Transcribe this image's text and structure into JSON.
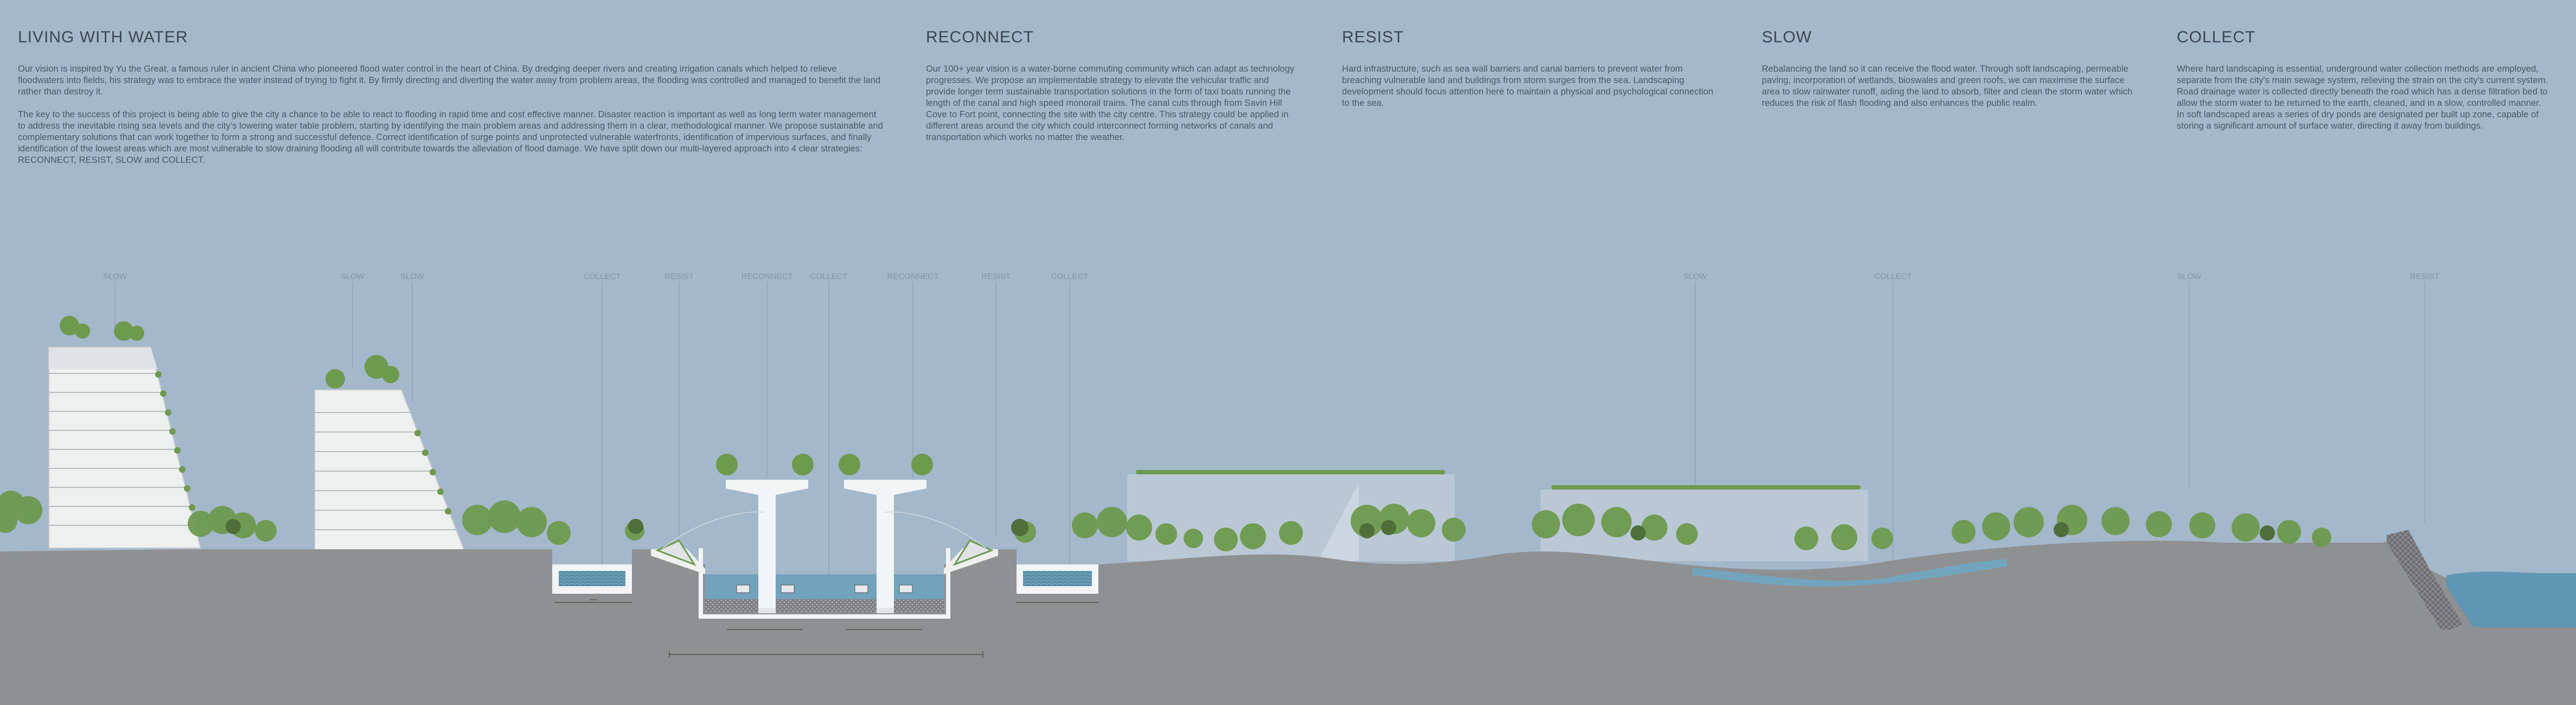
{
  "intro": {
    "title": "LIVING WITH WATER",
    "paragraphs": [
      "Our vision is inspired by Yu the Great, a famous ruler in ancient China who pioneered flood water control in the heart of China. By dredging deeper rivers and creating irrigation canals which helped to relieve floodwaters into fields, his strategy was to embrace the water instead of trying to fight it. By firmly directing and diverting the water away from problem areas, the flooding was controlled and managed to benefit the land rather than destroy it.",
      "The key to the success of this project is being able to give the city a chance to be able to react to flooding in rapid time and cost effective manner. Disaster reaction is important as well as long term water management to address the inevitable rising sea levels and the city's lowering water table problem, starting by identifying the main problem areas and addressing them in a clear, methodological manner. We propose sustainable and complementary solutions that can work together to form a strong and successful defence. Correct identification of surge points and unprotected vulnerable waterfronts, identification of impervious surfaces, and finally identification of the lowest areas which are most vulnerable to slow draining flooding all will contribute towards the alleviation of flood damage. We have split down our multi-layered approach into 4 clear strategies: RECONNECT, RESIST, SLOW and COLLECT."
    ]
  },
  "strategies": [
    {
      "title": "RECONNECT",
      "text": "Our 100+ year vision is a water-borne commuting community which can adapt as technology progresses. We propose an implementable strategy to elevate the vehicular traffic and provide longer term sustainable transportation solutions in the form of taxi boats running the length of the canal and high speed monorail trains. The canal cuts through from Savin Hill Cove to Fort point, connecting the site with the city centre. This strategy could be applied in different areas around the city which could interconnect forming networks of canals and transportation which works no matter the weather."
    },
    {
      "title": "RESIST",
      "text": "Hard infrastructure, such as sea wall barriers and canal barriers to prevent water from breaching vulnerable land and buildings from storm surges from the sea. Landscaping development should focus attention here to maintain a physical and psychological connection to the sea."
    },
    {
      "title": "SLOW",
      "text": "Rebalancing the land so it can receive the flood water. Through soft landscaping, permeable paving, incorporation of wetlands, bioswales and green roofs, we can maximise the surface area to slow rainwater runoff, aiding the land to absorb, filter and clean the storm water which reduces the risk of flash flooding and also enhances the public realm."
    },
    {
      "title": "COLLECT",
      "text": "Where hard landscaping is essential, underground water collection methods are employed, separate from the city's main sewage system, relieving the strain on the city's current system. Road drainage water is collected directly beneath the road which has a dense filtration bed to allow the storm water to be returned to the earth, cleaned, and in a slow, controlled manner.\nIn soft landscaped areas a series of dry ponds are designated per built up zone, capable of storing a significant amount of surface water, directing it away from buildings."
    }
  ],
  "section_tags": [
    "SLOW",
    "SLOW",
    "SLOW",
    "COLLECT",
    "RESIST",
    "RECONNECT",
    "COLLECT",
    "RECONNECT",
    "RESIST",
    "COLLECT",
    "SLOW",
    "COLLECT",
    "SLOW",
    "RESIST"
  ],
  "colors": {
    "background": "#a3b8cb",
    "ground": "#8f9092",
    "water": "#6f9fb8",
    "building": "#eef0f0",
    "foliage": "#6e9a4e"
  }
}
